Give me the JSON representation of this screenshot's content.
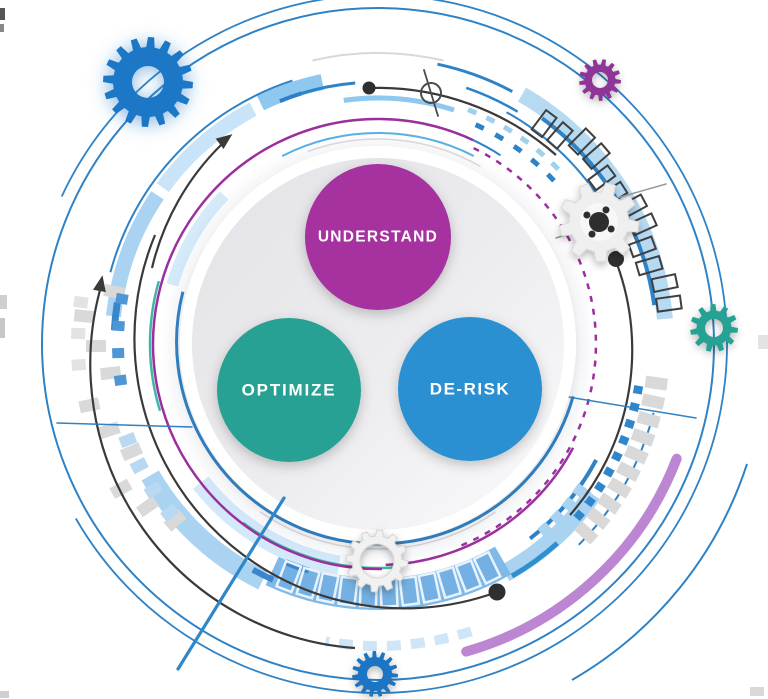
{
  "diagram": {
    "type": "circular-technology-infographic",
    "bubbles": [
      {
        "label": "UNDERSTAND",
        "color": "#a5309f"
      },
      {
        "label": "OPTIMIZE",
        "color": "#28a193"
      },
      {
        "label": "DE-RISK",
        "color": "#2b90d2"
      }
    ],
    "palette": {
      "blue": "#2e82c6",
      "royal": "#3a86cc",
      "light_blue": "#a9d3f1",
      "pale_blue": "#d3e9fa",
      "sky": "#8ec8ef",
      "magenta": "#9c2f9e",
      "orchid": "#bd86d2",
      "teal": "#3cb8a5",
      "ink": "#3a3a3a",
      "gray_tick": "#d9d9d9",
      "gear_blue": "#1f78c6",
      "gear_purple": "#8f3597",
      "gear_teal": "#28a295",
      "gear_white": "#efefef",
      "gear_blue_small": "#1b74c2"
    },
    "icons": [
      "gear-icon-blue-large",
      "gear-icon-purple-small",
      "gear-icon-white-right",
      "gear-icon-teal-right",
      "gear-icon-white-bottom",
      "gear-icon-blue-bottom",
      "crosshair-icon",
      "arrow-icon",
      "dot-marker"
    ]
  }
}
